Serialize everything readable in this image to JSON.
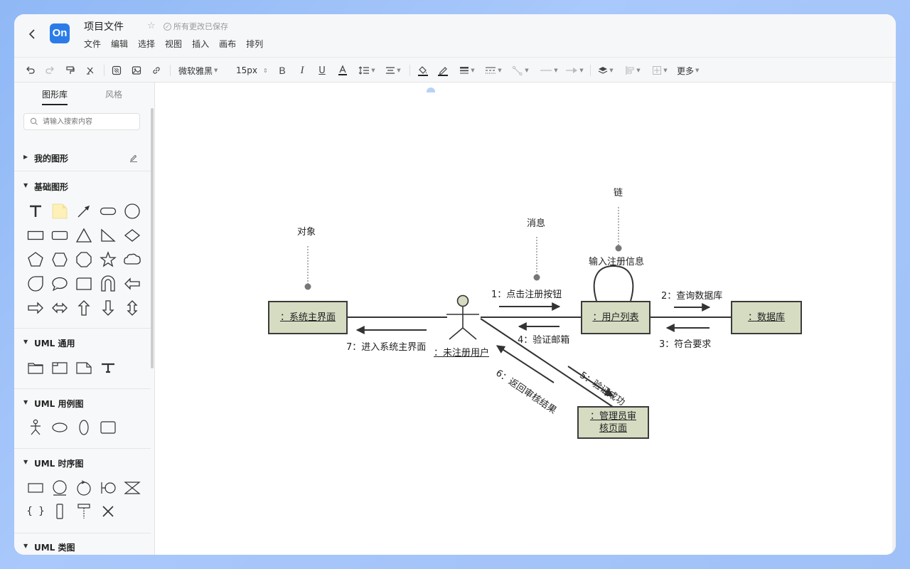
{
  "header": {
    "logo_text": "On",
    "title": "项目文件",
    "save_status": "所有更改已保存",
    "menu": [
      "文件",
      "编辑",
      "选择",
      "视图",
      "插入",
      "画布",
      "排列"
    ]
  },
  "toolbar": {
    "font_family": "微软雅黑",
    "font_size": "15px",
    "more_label": "更多"
  },
  "sidebar": {
    "tabs": [
      "图形库",
      "风格"
    ],
    "search_placeholder": "请输入搜索内容",
    "sections": {
      "my_shapes": "我的图形",
      "basic": "基础图形",
      "uml_general": "UML 通用",
      "uml_usecase": "UML 用例图",
      "uml_sequence": "UML 时序图",
      "uml_class": "UML 类图"
    }
  },
  "diagram": {
    "annotations": {
      "object": "对象",
      "message": "消息",
      "link": "链"
    },
    "objects": {
      "main_ui": "：系统主界面",
      "user_list": "：用户列表",
      "database": "：数据库",
      "admin_review_line1": "：管理员审",
      "admin_review_line2": "核页面",
      "actor": "：未注册用户"
    },
    "self_message": "输入注册信息",
    "messages": {
      "m1": "1：点击注册按钮",
      "m2": "2：查询数据库",
      "m3": "3：符合要求",
      "m4": "4：验证邮箱",
      "m5": "5：验证成功",
      "m6": "6：返回审核结果",
      "m7": "7：进入系统主界面"
    }
  },
  "colors": {
    "object_fill": "#d5dcc2",
    "logo_blue": "#2b7ce9",
    "background_gradient": "#9fc1f7"
  }
}
